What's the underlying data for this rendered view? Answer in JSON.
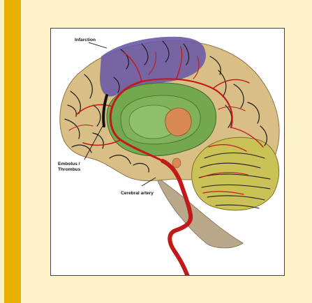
{
  "colors": {
    "page_background": "#fdf1c9",
    "accent_bar": "#e8b100",
    "panel_background": "#ffffff",
    "cortex": "#d9bf86",
    "brainstem": "#b9a98a",
    "infarction_region": "#6a5aa6",
    "limbic_ring": "#74a84f",
    "thalamus": "#8fbf6a",
    "basal_ganglia": "#d98a52",
    "cerebellum": "#cbc257",
    "artery": "#c21a1a",
    "sulci": "#1a1a1a"
  },
  "labels": {
    "infarction": "Infarction",
    "embolus_line1": "Embolus /",
    "embolus_line2": "Thrombus",
    "cerebral_artery": "Cerebral artery"
  }
}
